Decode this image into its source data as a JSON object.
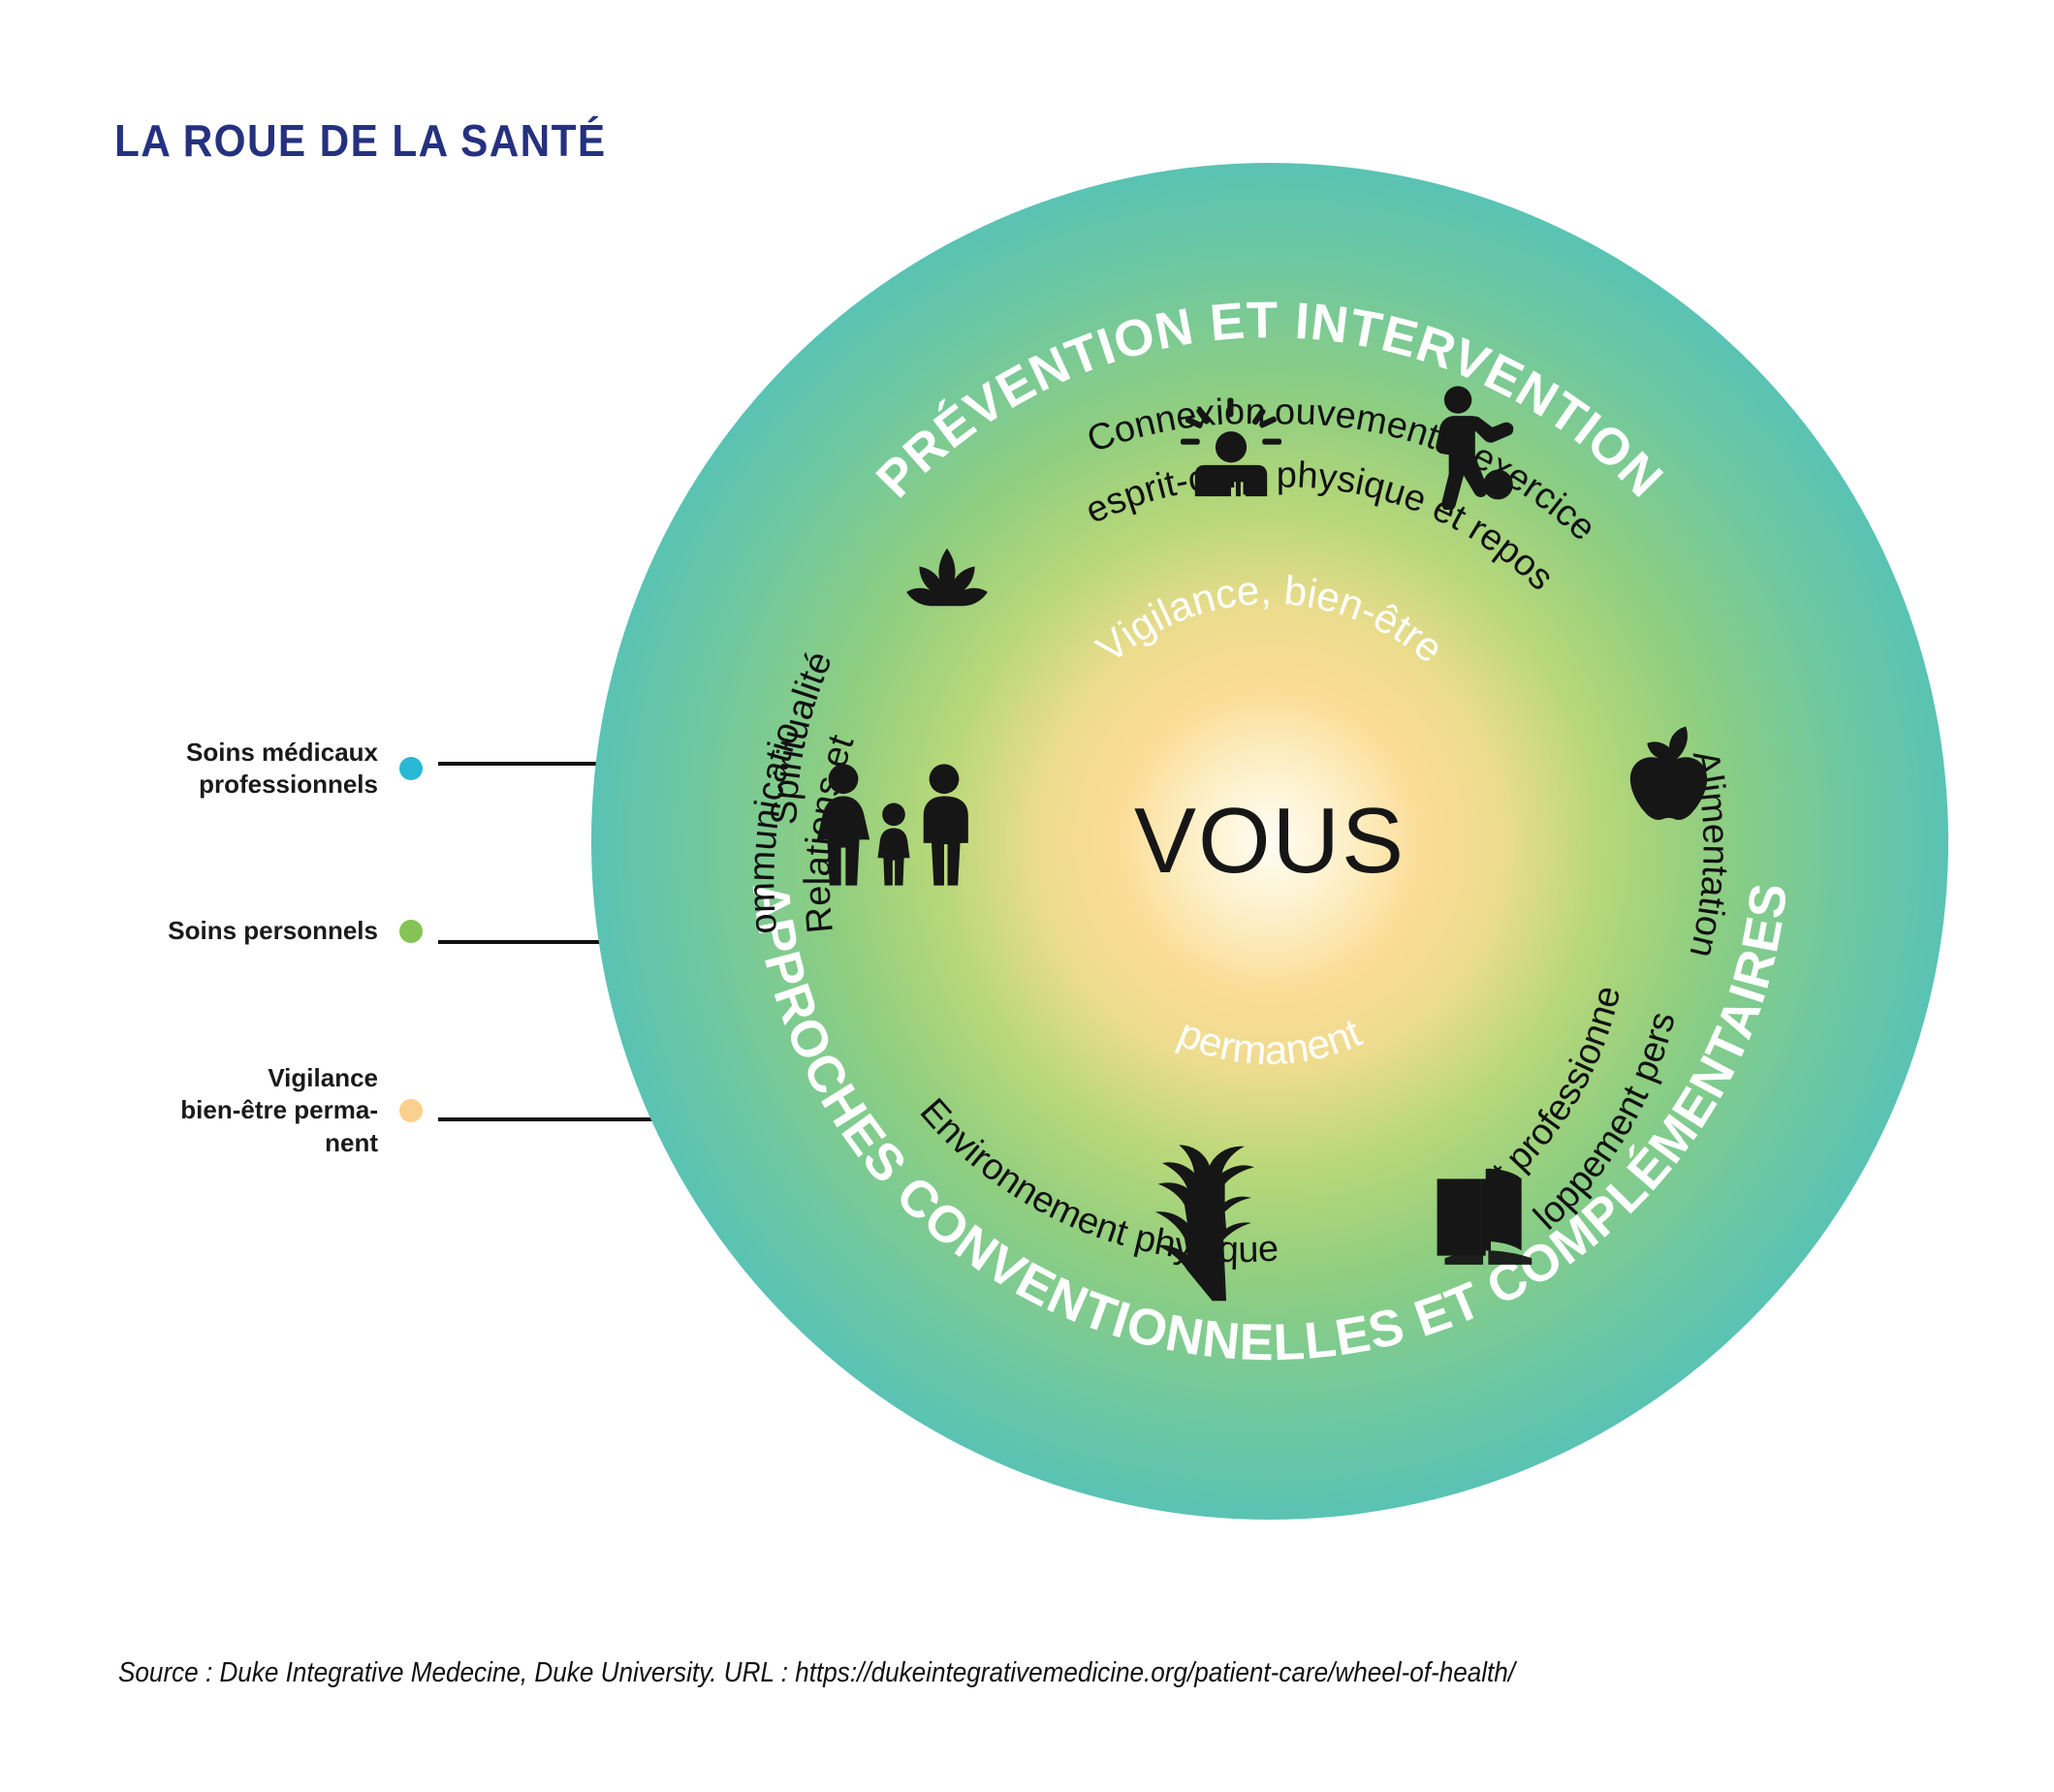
{
  "title": "LA ROUE DE LA SANTÉ",
  "colors": {
    "title": "#25317F",
    "medical_dot": "#29B8D4",
    "personal_dot": "#86C355",
    "mindful_dot": "#FAD08E",
    "ring_outer": "#28B4D2",
    "ring_mid": "#8FCE80",
    "ring_core": "#FBDC95"
  },
  "legend": {
    "items": [
      {
        "label": "Soins médicaux\nprofessionnels",
        "color": "#29B8D4",
        "name": "professional-medical-care"
      },
      {
        "label": "Soins personnels",
        "color": "#86C355",
        "name": "personal-care"
      },
      {
        "label": "Vigilance\nbien-être perma-\nnent",
        "color": "#FAD08E",
        "name": "mindful-awareness"
      }
    ]
  },
  "wheel": {
    "center_label": "VOUS",
    "outer_ring": {
      "top": "PRÉVENTION ET INTERVENTION",
      "bottom": "APPROCHES CONVENTIONNELLES ET COMPLÉMENTAIRES"
    },
    "inner_ring": {
      "top": "Vigilance, bien-être",
      "bottom": "permanent"
    },
    "segments": [
      {
        "label": "Spiritualité",
        "icon": "lotus-icon",
        "name": "segment-spiritualite"
      },
      {
        "label": "Connexion esprit-corps",
        "icon": "mindfulness-icon",
        "name": "segment-connexion-esprit-corps"
      },
      {
        "label": "Mouvements, exercice physique et repos",
        "icon": "exercise-icon",
        "name": "segment-mouvements-exercice"
      },
      {
        "label": "Alimentation",
        "icon": "apple-icon",
        "name": "segment-alimentation"
      },
      {
        "label": "Développement personnel et professionnel",
        "icon": "book-icon",
        "name": "segment-developpement-personnel"
      },
      {
        "label": "Environnement physique",
        "icon": "tree-icon",
        "name": "segment-environnement-physique"
      },
      {
        "label": "Relations et communication",
        "icon": "family-icon",
        "name": "segment-relations-communication"
      }
    ]
  },
  "source": "Source : Duke Integrative Medecine, Duke University. URL : https://dukeintegrativemedicine.org/patient-care/wheel-of-health/"
}
